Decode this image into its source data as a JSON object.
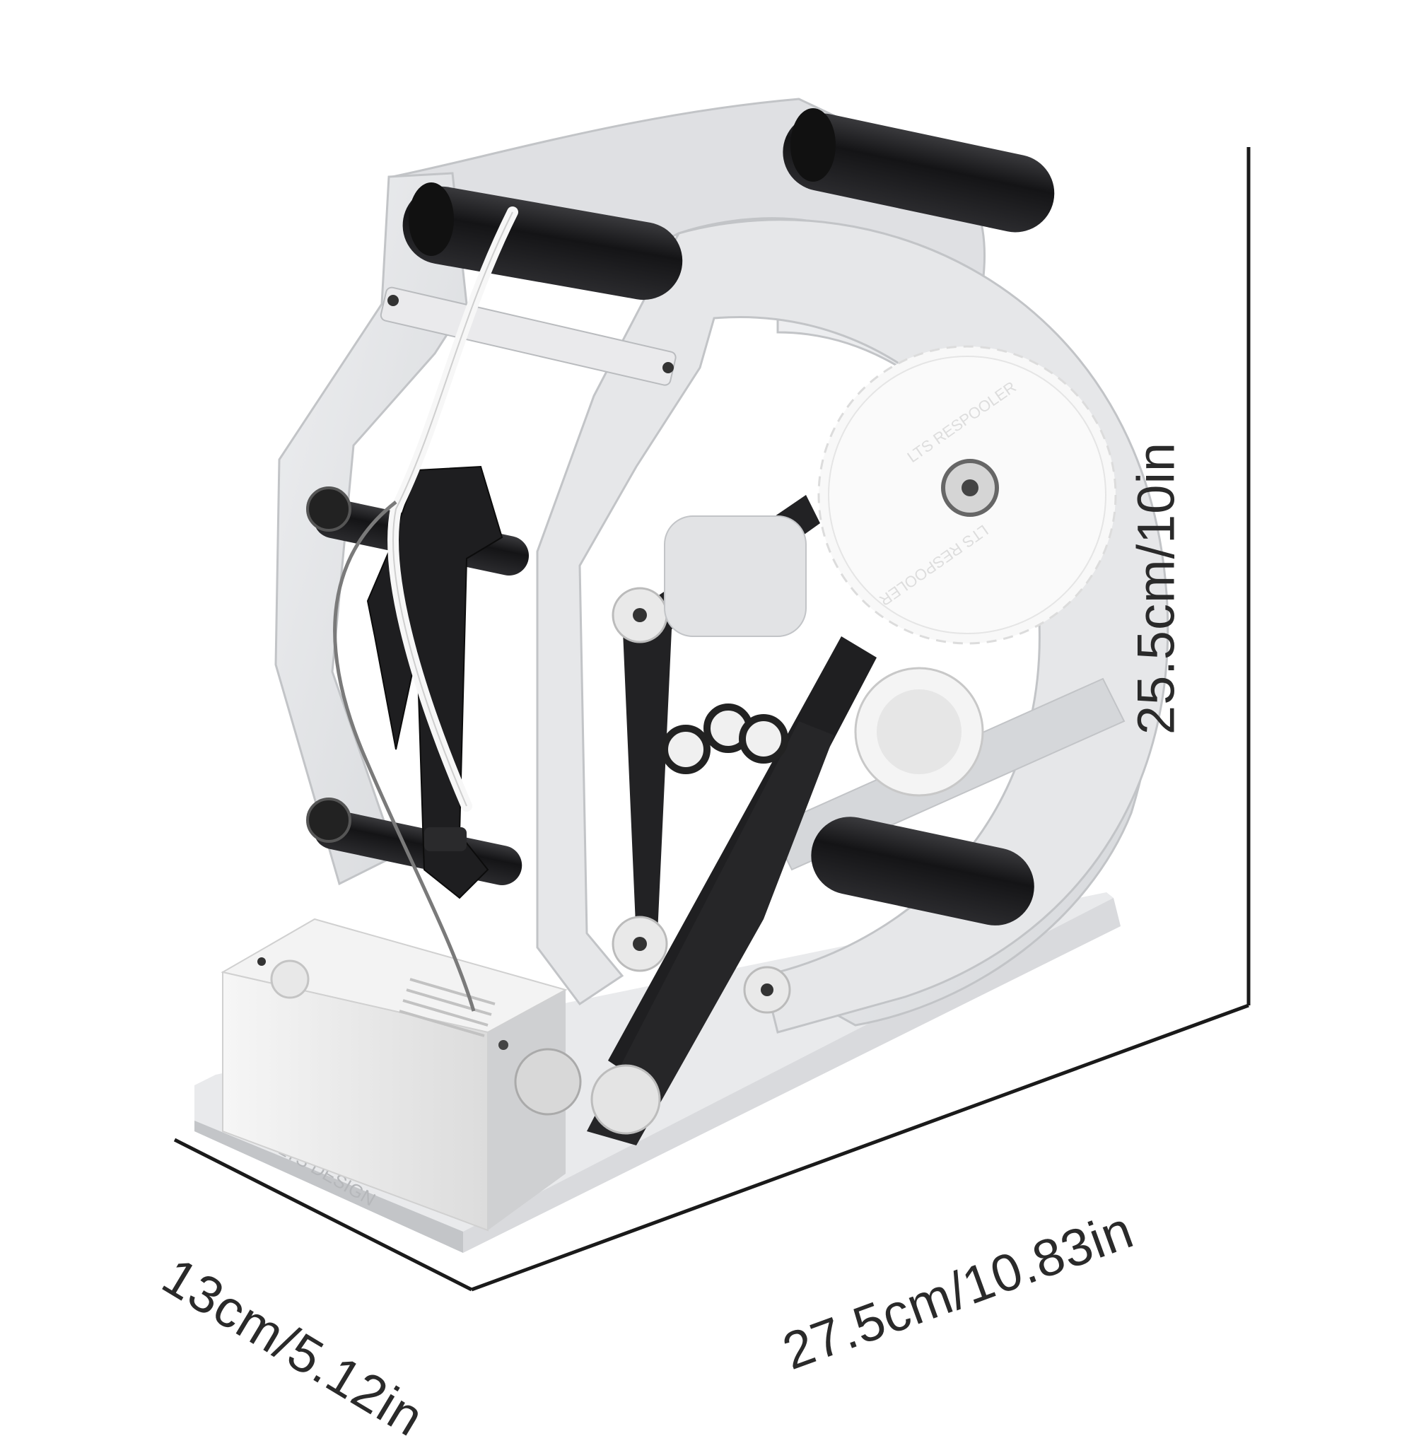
{
  "dimensions": {
    "height_label": "25.5cm/10in",
    "width_label": "27.5cm/10.83in",
    "depth_label": "13cm/5.12in"
  },
  "product": {
    "gear_text_top": "LTS RESPOOLER",
    "gear_text_bottom": "LTS RESPOOLER",
    "base_logo": "LTS DESIGN"
  },
  "colors": {
    "frame": "#e3e4e6",
    "frame_dark": "#c9cbce",
    "roller": "#1b1b1d",
    "belt": "#222224",
    "gear": "#f8f8f8",
    "dimension_line": "#1a1a1a"
  }
}
